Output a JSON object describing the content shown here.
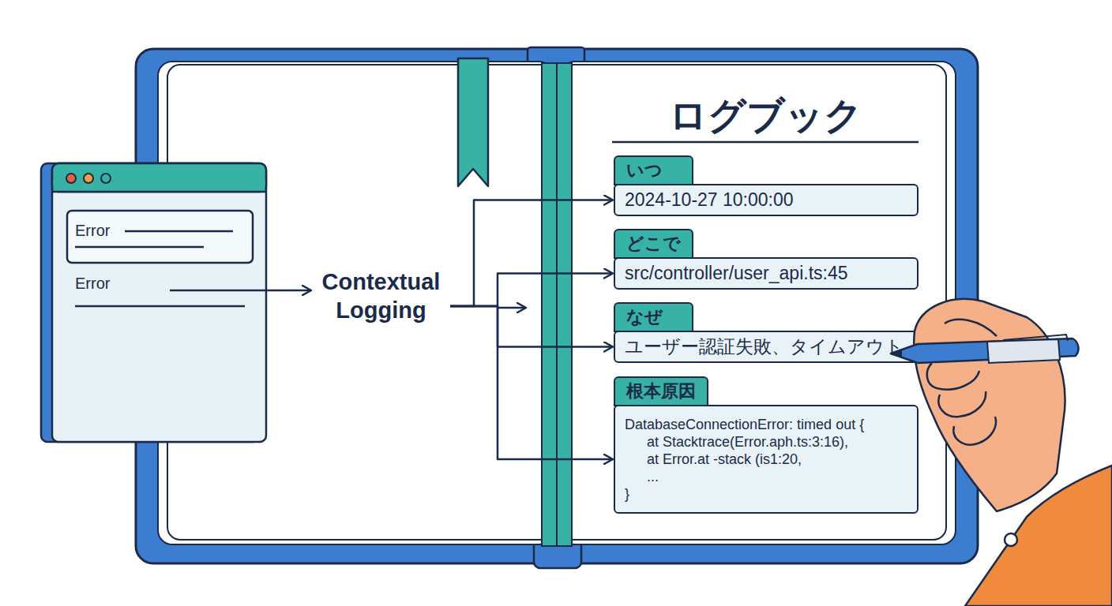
{
  "diagram": {
    "nodes": [
      {
        "text": [
          "Error"
        ]
      },
      {
        "text": [
          "Error"
        ],
        "in": 0
      },
      {
        "text": [
          "Contextual Logging"
        ]
      },
      {
        "text": [
          "ログブック"
        ]
      },
      {
        "text": [
          "いつ",
          "2024-10-27 10:00:00"
        ],
        "in": 3
      },
      {
        "text": [
          "どこで",
          "src/controller/user_api.ts:45"
        ],
        "in": 3
      },
      {
        "text": [
          "なぜ",
          "ユーザー認証失敗、タイムアウト"
        ],
        "in": 3
      },
      {
        "text": [
          "根本原因",
          "DatabaseConnectionError: timed out {",
          "at Stacktrace(Error.aph.ts:3:16),",
          "at Error.at -stack (is1:20,",
          "...",
          "}"
        ],
        "in": 3
      }
    ],
    "edges": [
      {
        "from": 0,
        "to": 2,
        "arrow": "to"
      },
      {
        "from": 2,
        "to": 4,
        "arrow": "to"
      },
      {
        "from": 2,
        "to": 5,
        "arrow": "to"
      },
      {
        "from": 2,
        "to": 6,
        "arrow": "to"
      },
      {
        "from": 2,
        "to": 7,
        "arrow": "to"
      }
    ]
  }
}
